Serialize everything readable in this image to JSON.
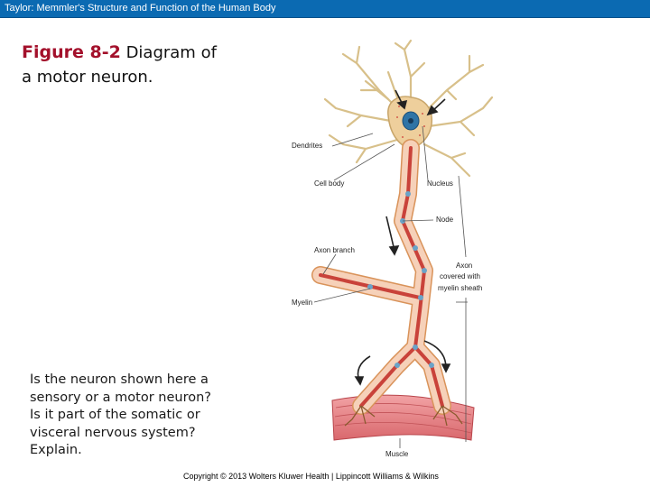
{
  "header": {
    "title": "Taylor: Memmler's Structure and Function of the Human Body"
  },
  "figure": {
    "number": "Figure 8-2",
    "caption_part1": "Diagram of",
    "caption_part2": "a motor neuron."
  },
  "diagram": {
    "labels": {
      "dendrites": "Dendrites",
      "cell_body": "Cell body",
      "nucleus": "Nucleus",
      "node": "Node",
      "axon_branch": "Axon branch",
      "axon_line1": "Axon",
      "axon_line2": "covered with",
      "axon_line3": "myelin sheath",
      "myelin": "Myelin",
      "muscle": "Muscle"
    }
  },
  "question": {
    "lines": [
      "Is the neuron shown here a",
      "sensory or a motor neuron?",
      "Is it part of the somatic or",
      "visceral nervous system?",
      "Explain."
    ]
  },
  "footer": {
    "copyright": "Copyright © 2013 Wolters Kluwer Health | Lippincott Williams & Wilkins"
  },
  "colors": {
    "header_bg": "#0b6ab2",
    "title_accent": "#a3102b",
    "myelin": "#f6d1b9",
    "axon_core": "#c9423a",
    "muscle": "#e8898c"
  }
}
